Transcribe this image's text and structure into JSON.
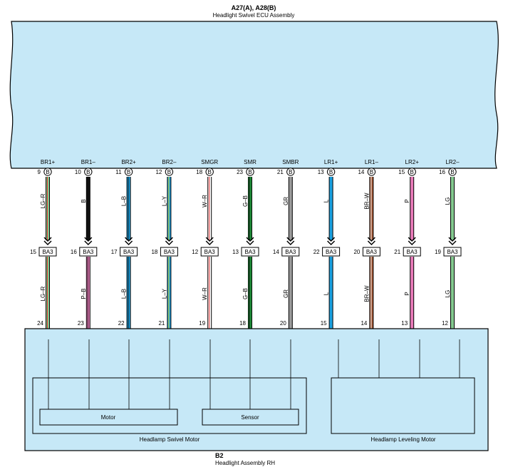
{
  "ecu": {
    "code": "A27(A), A28(B)",
    "name": "Headlight Swivel ECU Assembly"
  },
  "assembly": {
    "code": "B2",
    "name": "Headlight Assembly RH",
    "swivel_motor_label": "Headlamp Swivel Motor",
    "leveling_motor_label": "Headlamp Leveling Motor",
    "motor_label": "Motor",
    "sensor_label": "Sensor"
  },
  "connector_letter": "B",
  "junction_label": "BA3",
  "colors": {
    "ecu_fill": "#c6e8f7",
    "assembly_fill": "#c6e8f7"
  },
  "wires": [
    {
      "signal": "BR1+",
      "ecu_pin": "9",
      "ba3_pin": "15",
      "b2_pin": "24",
      "color_top": "LG–R",
      "color_bottom": "LG–R",
      "primary": "#84c98f",
      "stripe": "#e03030",
      "pk": false,
      "sub": "BR1+"
    },
    {
      "signal": "BR1–",
      "ecu_pin": "10",
      "ba3_pin": "16",
      "b2_pin": "23",
      "color_top": "B",
      "color_bottom": "P–B",
      "primary": "#111111",
      "stripe": null,
      "pk": true,
      "sub": "BR1–"
    },
    {
      "signal": "BR2+",
      "ecu_pin": "11",
      "ba3_pin": "17",
      "b2_pin": "22",
      "color_top": "L–B",
      "color_bottom": "L–B",
      "primary": "#1aa0e0",
      "stripe": "#111111",
      "pk": false,
      "sub": "BR2+"
    },
    {
      "signal": "BR2–",
      "ecu_pin": "12",
      "ba3_pin": "18",
      "b2_pin": "21",
      "color_top": "L–Y",
      "color_bottom": "L–Y",
      "primary": "#1aa0e0",
      "stripe": "#e8d820",
      "pk": false,
      "sub": "BR2–"
    },
    {
      "signal": "SMGR",
      "ecu_pin": "18",
      "ba3_pin": "12",
      "b2_pin": "19",
      "color_top": "W–R",
      "color_bottom": "W–R",
      "primary": "#ffffff",
      "stripe": "#e03030",
      "pk": false,
      "sub": "SMGR"
    },
    {
      "signal": "SMR",
      "ecu_pin": "23",
      "ba3_pin": "13",
      "b2_pin": "18",
      "color_top": "G–B",
      "color_bottom": "G–B",
      "primary": "#1f9a3c",
      "stripe": "#111111",
      "pk": false,
      "sub": "SMR"
    },
    {
      "signal": "SMBR",
      "ecu_pin": "21",
      "ba3_pin": "14",
      "b2_pin": "20",
      "color_top": "GR",
      "color_bottom": "GR",
      "primary": "#9a9a9a",
      "stripe": null,
      "pk": false,
      "sub": "SMBR"
    },
    {
      "signal": "LR1+",
      "ecu_pin": "13",
      "ba3_pin": "22",
      "b2_pin": "15",
      "color_top": "L",
      "color_bottom": "L",
      "primary": "#1aa0e0",
      "stripe": null,
      "pk": false,
      "sub": "LR1+"
    },
    {
      "signal": "LR1–",
      "ecu_pin": "14",
      "ba3_pin": "20",
      "b2_pin": "14",
      "color_top": "BR–W",
      "color_bottom": "BR–W",
      "primary": "#a0522d",
      "stripe": "#ffffff",
      "pk": false,
      "sub": "LR1–"
    },
    {
      "signal": "LR2+",
      "ecu_pin": "15",
      "ba3_pin": "21",
      "b2_pin": "13",
      "color_top": "P",
      "color_bottom": "P",
      "primary": "#e87ab8",
      "stripe": null,
      "pk": false,
      "sub": "LR2+"
    },
    {
      "signal": "LR2–",
      "ecu_pin": "16",
      "ba3_pin": "19",
      "b2_pin": "12",
      "color_top": "LG",
      "color_bottom": "LG",
      "primary": "#84c98f",
      "stripe": null,
      "pk": false,
      "sub": "LR2–"
    }
  ]
}
